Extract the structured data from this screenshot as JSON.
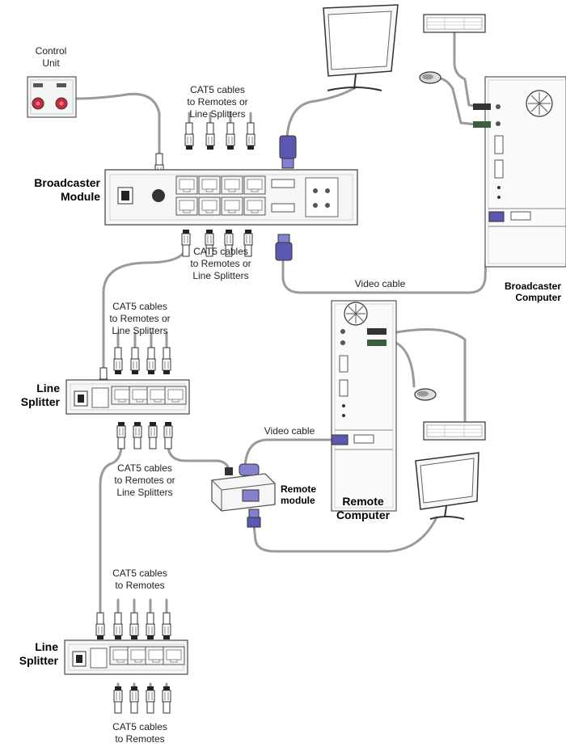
{
  "labels": {
    "control_unit": "Control\nUnit",
    "cat5_top": "CAT5 cables\nto Remotes or\nLine Splitters",
    "broadcaster_module": "Broadcaster\nModule",
    "cat5_below_broadcaster": "CAT5 cables\nto Remotes or\nLine Splitters",
    "video_cable_1": "Video cable",
    "broadcaster_computer": "Broadcaster\nComputer",
    "cat5_left": "CAT5 cables\nto Remotes or\nLine Splitters",
    "line_splitter_1": "Line\nSplitter",
    "video_cable_2": "Video cable",
    "cat5_below_splitter": "CAT5 cables\nto Remotes or\nLine Splitters",
    "remote_module": "Remote\nmodule",
    "remote_computer": "Remote\nComputer",
    "cat5_to_remotes_upper": "CAT5 cables\nto Remotes",
    "line_splitter_2": "Line\nSplitter",
    "cat5_to_remotes_lower": "CAT5 cables\nto Remotes"
  },
  "colors": {
    "cable": "#9a9a9a",
    "device_outline": "#555555",
    "vga_blue": "#5a58b0",
    "control_red": "#c8283a"
  }
}
